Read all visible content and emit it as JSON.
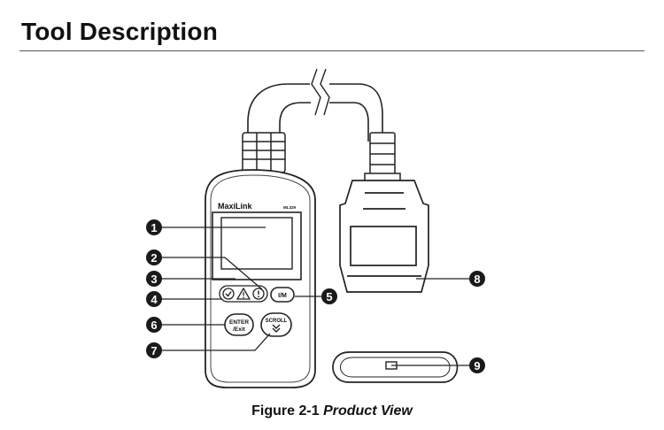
{
  "page": {
    "heading": "Tool Description",
    "caption": {
      "number": "Figure 2-1",
      "title": "Product View"
    }
  },
  "device": {
    "brand": "MaxiLink",
    "model": "ML329",
    "enter_label_1": "ENTER",
    "enter_label_2": "/Exit",
    "scroll_label": "SCROLL",
    "im_label": "I/M"
  },
  "callouts": [
    {
      "number": "1"
    },
    {
      "number": "2"
    },
    {
      "number": "3"
    },
    {
      "number": "4"
    },
    {
      "number": "5"
    },
    {
      "number": "6"
    },
    {
      "number": "7"
    },
    {
      "number": "8"
    },
    {
      "number": "9"
    }
  ]
}
